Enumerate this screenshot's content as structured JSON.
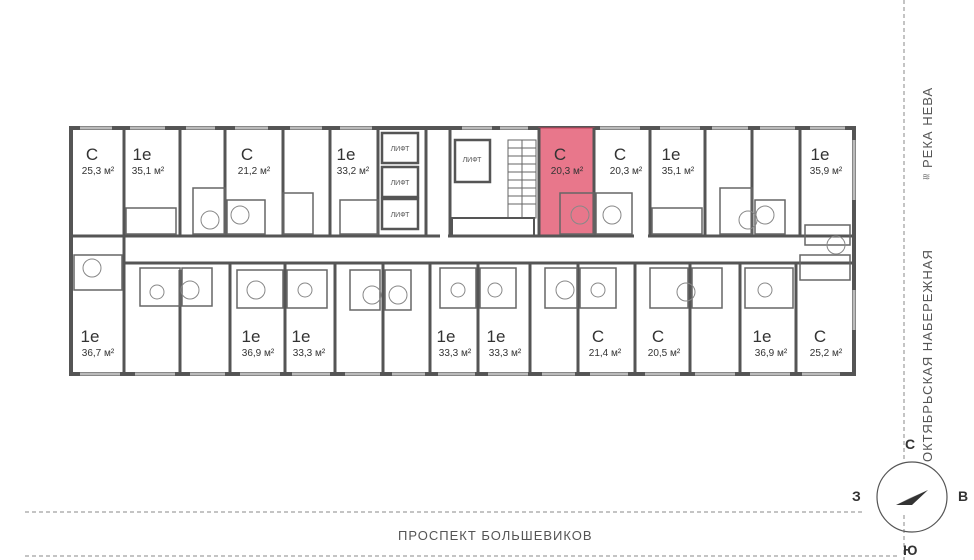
{
  "streets": {
    "bottom": "ПРОСПЕКТ БОЛЬШЕВИКОВ",
    "right_river": "РЕКА НЕВА",
    "right_embankment": "ОКТЯБРЬСКАЯ НАБЕРЕЖНАЯ"
  },
  "compass": {
    "north": "С",
    "west": "З",
    "east": "В",
    "south": "Ю"
  },
  "lift_label": "ЛИФТ",
  "colors": {
    "highlight": "#e8778b",
    "wall": "#555555",
    "fixture": "#888888"
  },
  "top_apartments": [
    {
      "type": "С",
      "area": "25,3 м²",
      "selected": false
    },
    {
      "type": "1е",
      "area": "35,1 м²",
      "selected": false
    },
    {
      "type": "С",
      "area": "21,2 м²",
      "selected": false
    },
    {
      "type": "1е",
      "area": "33,2 м²",
      "selected": false
    },
    {
      "type": "С",
      "area": "20,3 м²",
      "selected": true
    },
    {
      "type": "С",
      "area": "20,3 м²",
      "selected": false
    },
    {
      "type": "1е",
      "area": "35,1 м²",
      "selected": false
    },
    {
      "type": "1е",
      "area": "35,9 м²",
      "selected": false
    }
  ],
  "bottom_apartments": [
    {
      "type": "1е",
      "area": "36,7 м²"
    },
    {
      "type": "1е",
      "area": "36,9 м²"
    },
    {
      "type": "1е",
      "area": "33,3 м²"
    },
    {
      "type": "1е",
      "area": "33,3 м²"
    },
    {
      "type": "1е",
      "area": "33,3 м²"
    },
    {
      "type": "С",
      "area": "21,4 м²"
    },
    {
      "type": "С",
      "area": "20,5 м²"
    },
    {
      "type": "1е",
      "area": "36,9 м²"
    },
    {
      "type": "С",
      "area": "25,2 м²"
    }
  ]
}
